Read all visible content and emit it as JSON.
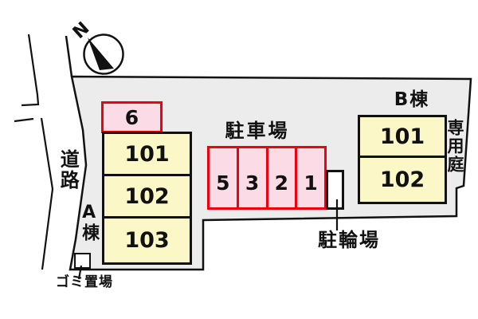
{
  "compass": {
    "north_label": "N"
  },
  "labels": {
    "road": "道路",
    "parking": "駐車場",
    "bicycle_parking": "駐輪場",
    "garbage_area": "ゴミ置場",
    "private_garden": "専用庭"
  },
  "building_a": {
    "name": "A棟",
    "annex_label": "6",
    "rooms": [
      "101",
      "102",
      "103"
    ]
  },
  "building_b": {
    "name": "B棟",
    "rooms": [
      "101",
      "102"
    ]
  },
  "parking": {
    "spaces": [
      "5",
      "3",
      "2",
      "1"
    ]
  },
  "colors": {
    "site_fill": "#ececec",
    "room_fill": "#fbf7c6",
    "space_fill": "#fbdce6",
    "space_border": "#ee0011",
    "line": "#111111"
  }
}
